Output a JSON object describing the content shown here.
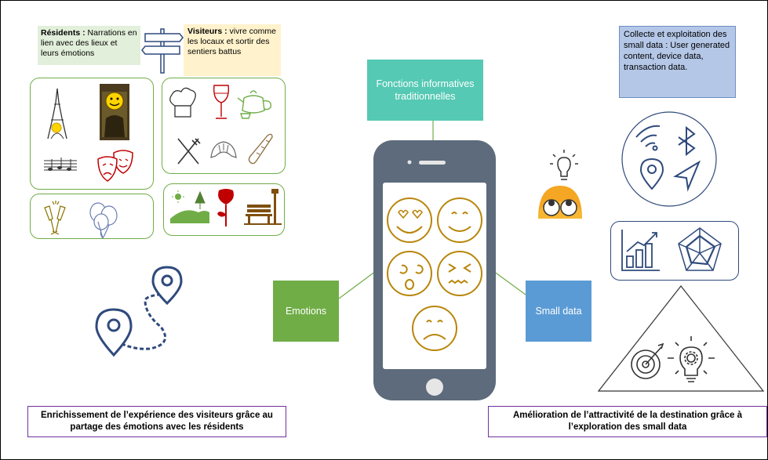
{
  "notes": {
    "residents_bold": "Résidents :",
    "residents_text": " Narrations en lien avec des lieux et leurs émotions",
    "visitors_bold": "Visiteurs :",
    "visitors_text": " vivre comme les locaux et sortir des sentiers battus",
    "collect": "Collecte et exploitation des small data : User generated content, device data, transaction data."
  },
  "labels": {
    "functions": "Fonctions informatives traditionnelles",
    "emotions": "Emotions",
    "small_data": "Small data"
  },
  "captions": {
    "left": "Enrichissement de l’expérience des visiteurs grâce au partage des émotions avec les résidents",
    "right": "Amélioration de l’attractivité de la destination grâce à l’exploration des small data"
  },
  "colors": {
    "green": "#70ad47",
    "teal": "#55c9b4",
    "blue": "#5b9bd5",
    "navy": "#2f4a7c",
    "emoji_stroke": "#b8860b",
    "phone": "#5d6b7c",
    "caption_border": "#7030a0"
  },
  "icons": [
    "signpost-icon",
    "eiffel-tower-icon",
    "mona-lisa-icon",
    "music-notes-icon",
    "theater-masks-icon",
    "champagne-icon",
    "balloons-icon",
    "chef-hat-icon",
    "wine-glass-icon",
    "teapot-icon",
    "cutlery-icon",
    "croissant-icon",
    "baguette-icon",
    "park-icon",
    "rose-icon",
    "bench-icon",
    "location-pin-icon",
    "route-icon",
    "lightbulb-icon",
    "rolling-eyes-emoji-icon",
    "wifi-icon",
    "bluetooth-icon",
    "navigation-icon",
    "bar-chart-icon",
    "radar-chart-icon",
    "target-icon",
    "idea-gear-icon"
  ]
}
